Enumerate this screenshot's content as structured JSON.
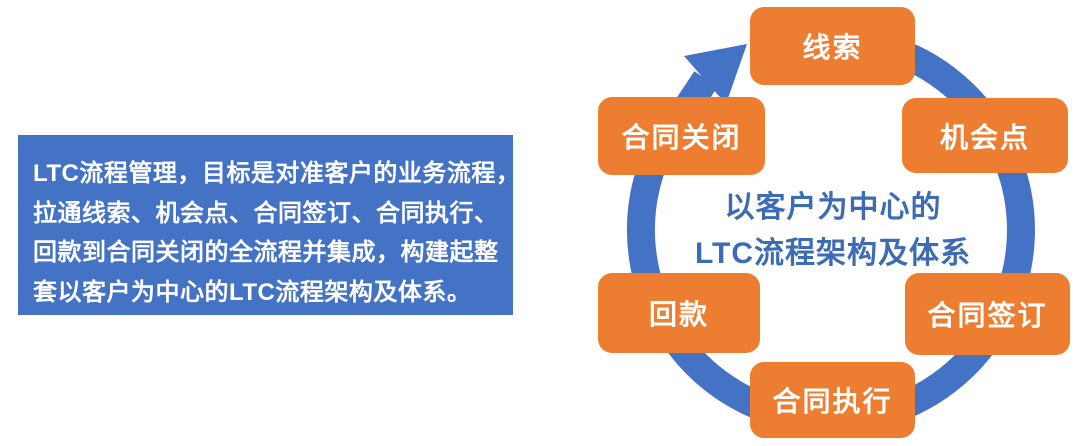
{
  "colors": {
    "background": "#FFFFFF",
    "panel_blue": "#4472C4",
    "ring_blue": "#4472C4",
    "node_orange": "#ED7D31",
    "center_text_blue": "#3D6BB4",
    "text_white": "#FFFFFF"
  },
  "description_panel": {
    "lines": [
      "LTC流程管理，目标是对准客户的业务流程，",
      "拉通线索、机会点、合同签订、合同执行、",
      "回款到合同关闭的全流程并集成，构建起整",
      "套以客户为中心的LTC流程架构及体系。"
    ]
  },
  "cycle_diagram": {
    "center_title_line1": "以客户为中心的",
    "center_title_line2": "LTC流程架构及体系",
    "flow_direction": "clockwise",
    "nodes": [
      {
        "id": "lead",
        "label": "线索"
      },
      {
        "id": "opportunity",
        "label": "机会点"
      },
      {
        "id": "contract-signing",
        "label": "合同签订"
      },
      {
        "id": "contract-execution",
        "label": "合同执行"
      },
      {
        "id": "payment-collection",
        "label": "回款"
      },
      {
        "id": "contract-closure",
        "label": "合同关闭"
      }
    ]
  }
}
